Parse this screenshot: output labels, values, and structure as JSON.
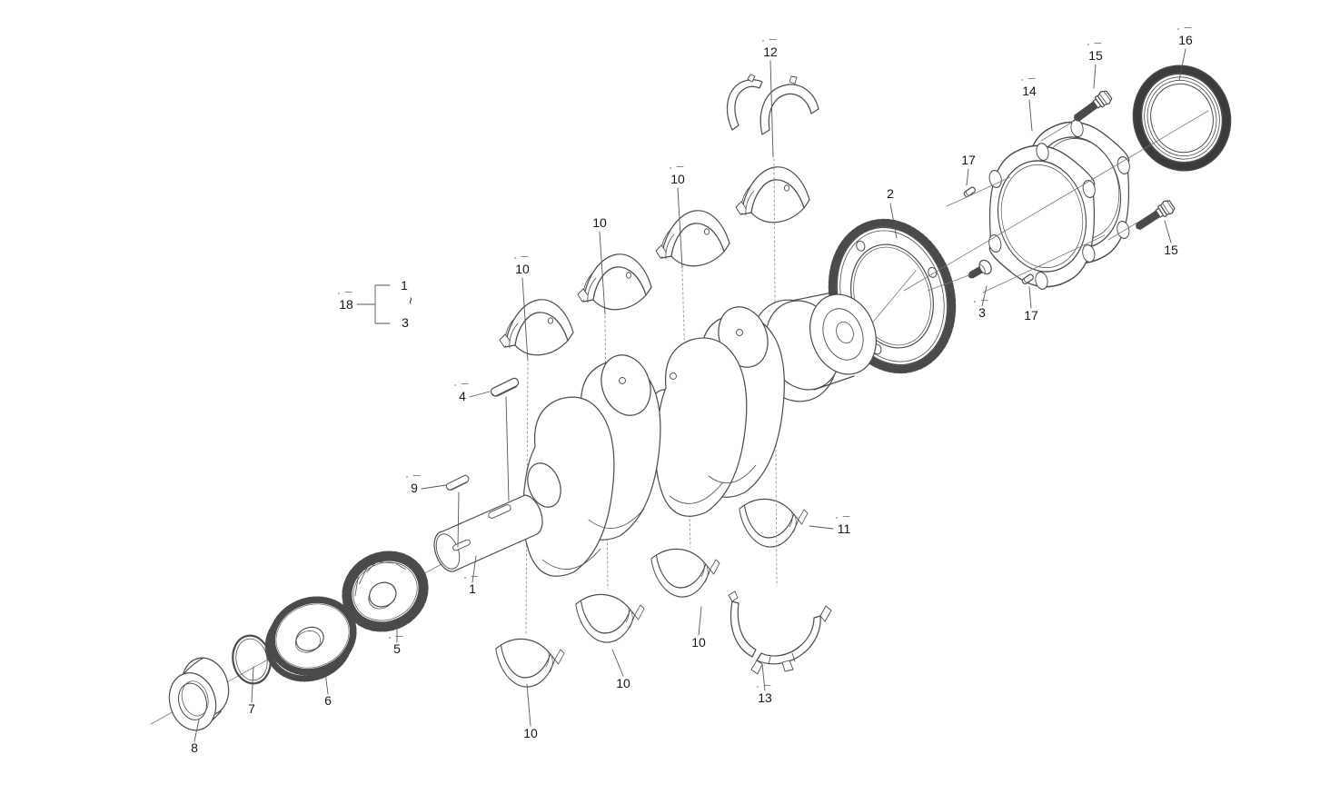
{
  "figure": {
    "background": "#ffffff",
    "line_color": "#4a4a4a",
    "label_color": "#161616"
  },
  "callouts": {
    "crankshaft": {
      "label": "1"
    },
    "ring_gear": {
      "label": "2"
    },
    "screw_3": {
      "label": "3"
    },
    "key_4": {
      "label": "4"
    },
    "gear_5": {
      "label": "5"
    },
    "gear_6": {
      "label": "6"
    },
    "o_ring_7": {
      "label": "7"
    },
    "bushing_8": {
      "label": "8"
    },
    "key_9": {
      "label": "9"
    },
    "bearing_10_upper_1": {
      "label": "10"
    },
    "bearing_10_upper_2": {
      "label": "10"
    },
    "bearing_10_upper_3": {
      "label": "10"
    },
    "bearing_10_lower_1": {
      "label": "10"
    },
    "bearing_10_lower_2": {
      "label": "10"
    },
    "bearing_10_lower_3": {
      "label": "10"
    },
    "bearing_11": {
      "label": "11"
    },
    "thrust_bearing_12": {
      "label": "12"
    },
    "thrust_bearing_13": {
      "label": "13"
    },
    "seal_case_14": {
      "label": "14"
    },
    "bolt_15_upper": {
      "label": "15"
    },
    "bolt_15_lower": {
      "label": "15"
    },
    "oil_seal_16": {
      "label": "16"
    },
    "screw_17_left": {
      "label": "17"
    },
    "screw_17_right": {
      "label": "17"
    },
    "group_18": {
      "label": "18",
      "range_start": "1",
      "range_separator": "~",
      "range_end": "3"
    }
  }
}
